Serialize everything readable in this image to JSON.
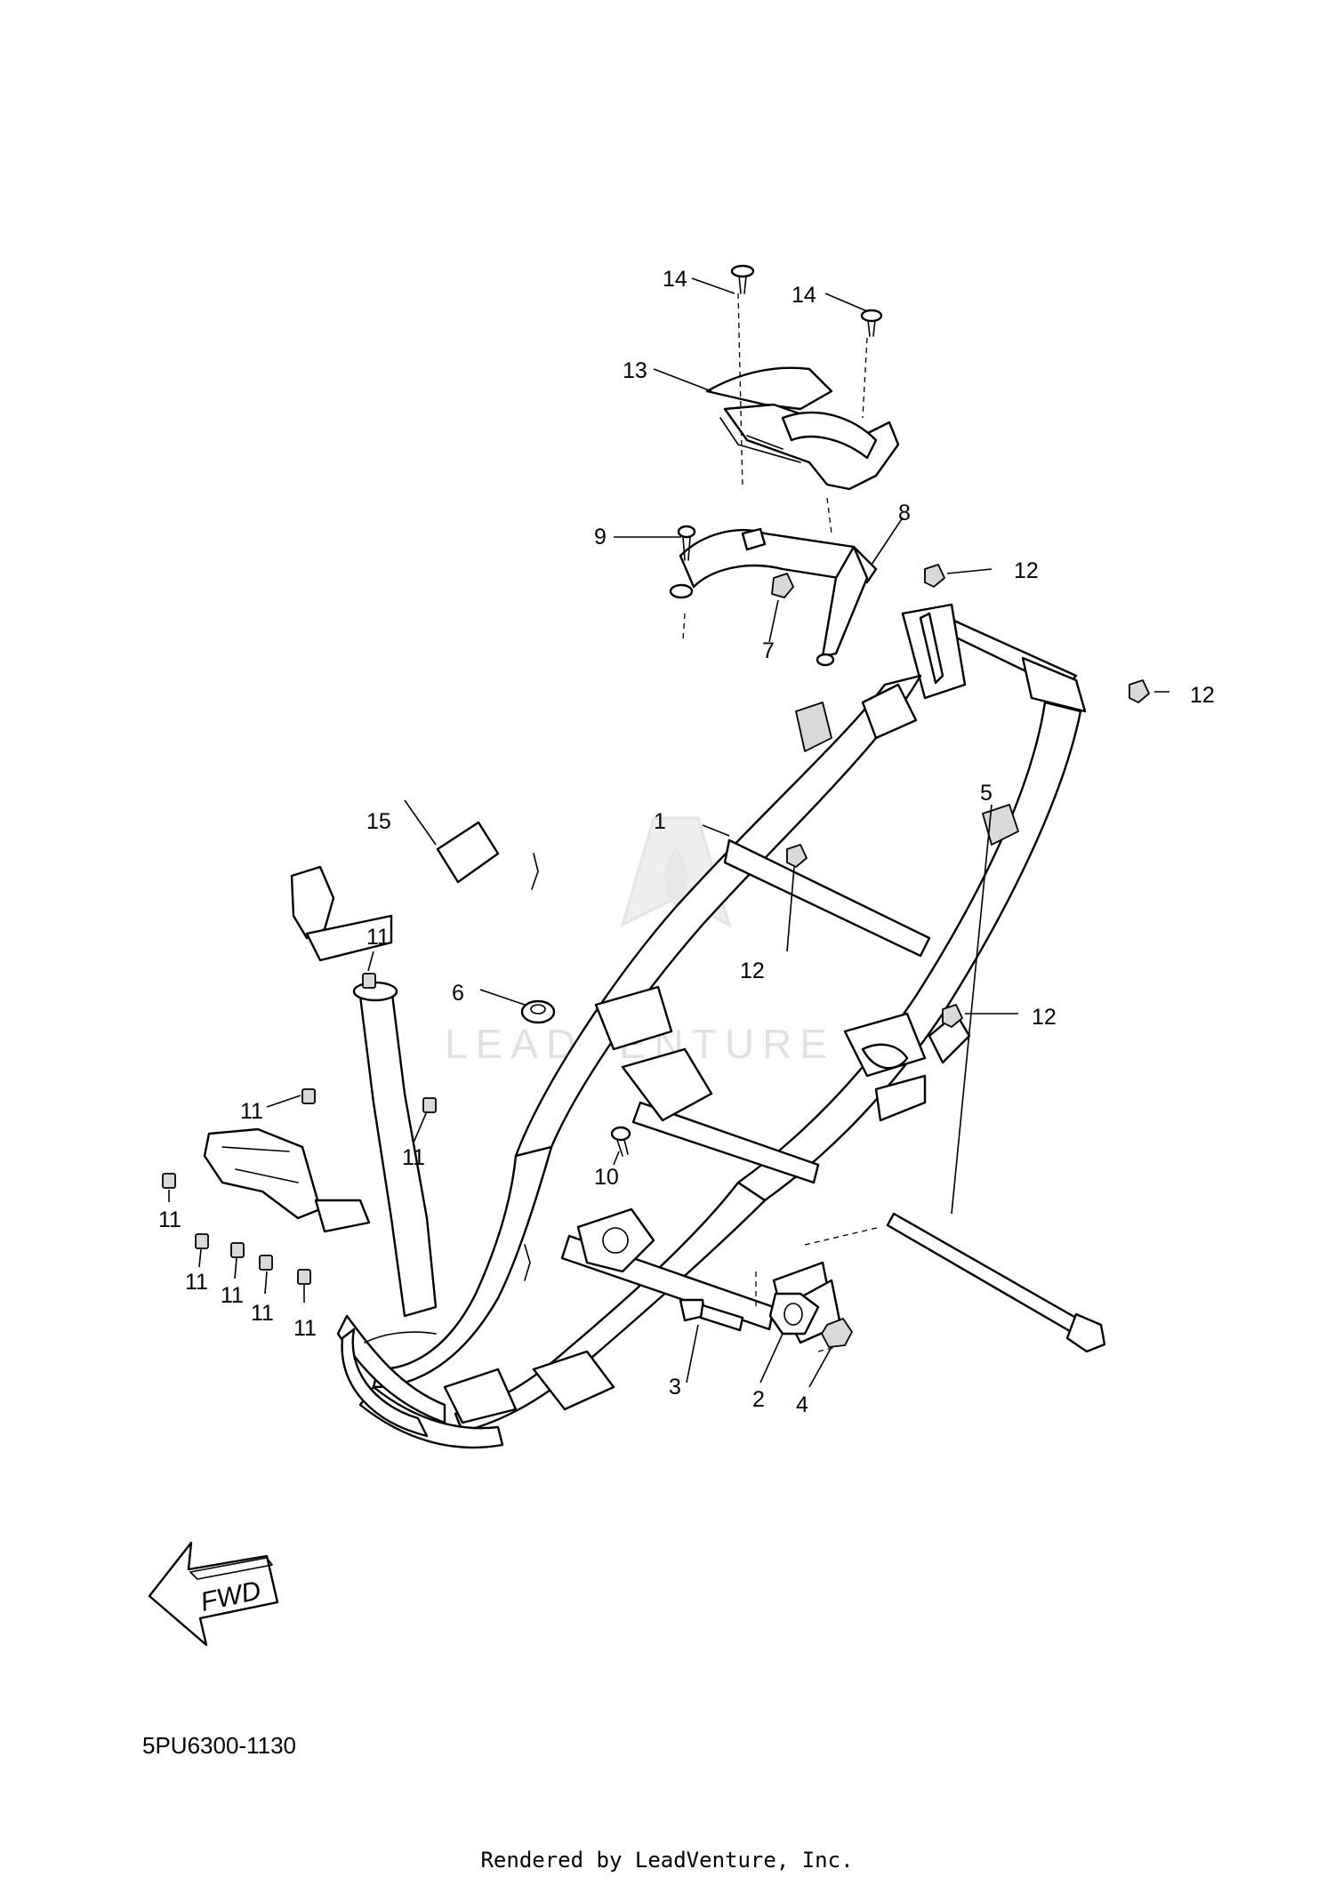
{
  "diagram_code": "5PU6300-1130",
  "credit": "Rendered by LeadVenture, Inc.",
  "watermark": "LEADVENTURE",
  "fwd_label": "FWD",
  "callouts": [
    "1",
    "2",
    "3",
    "4",
    "5",
    "6",
    "7",
    "8",
    "9",
    "10",
    "11",
    "12",
    "13",
    "14",
    "15"
  ]
}
